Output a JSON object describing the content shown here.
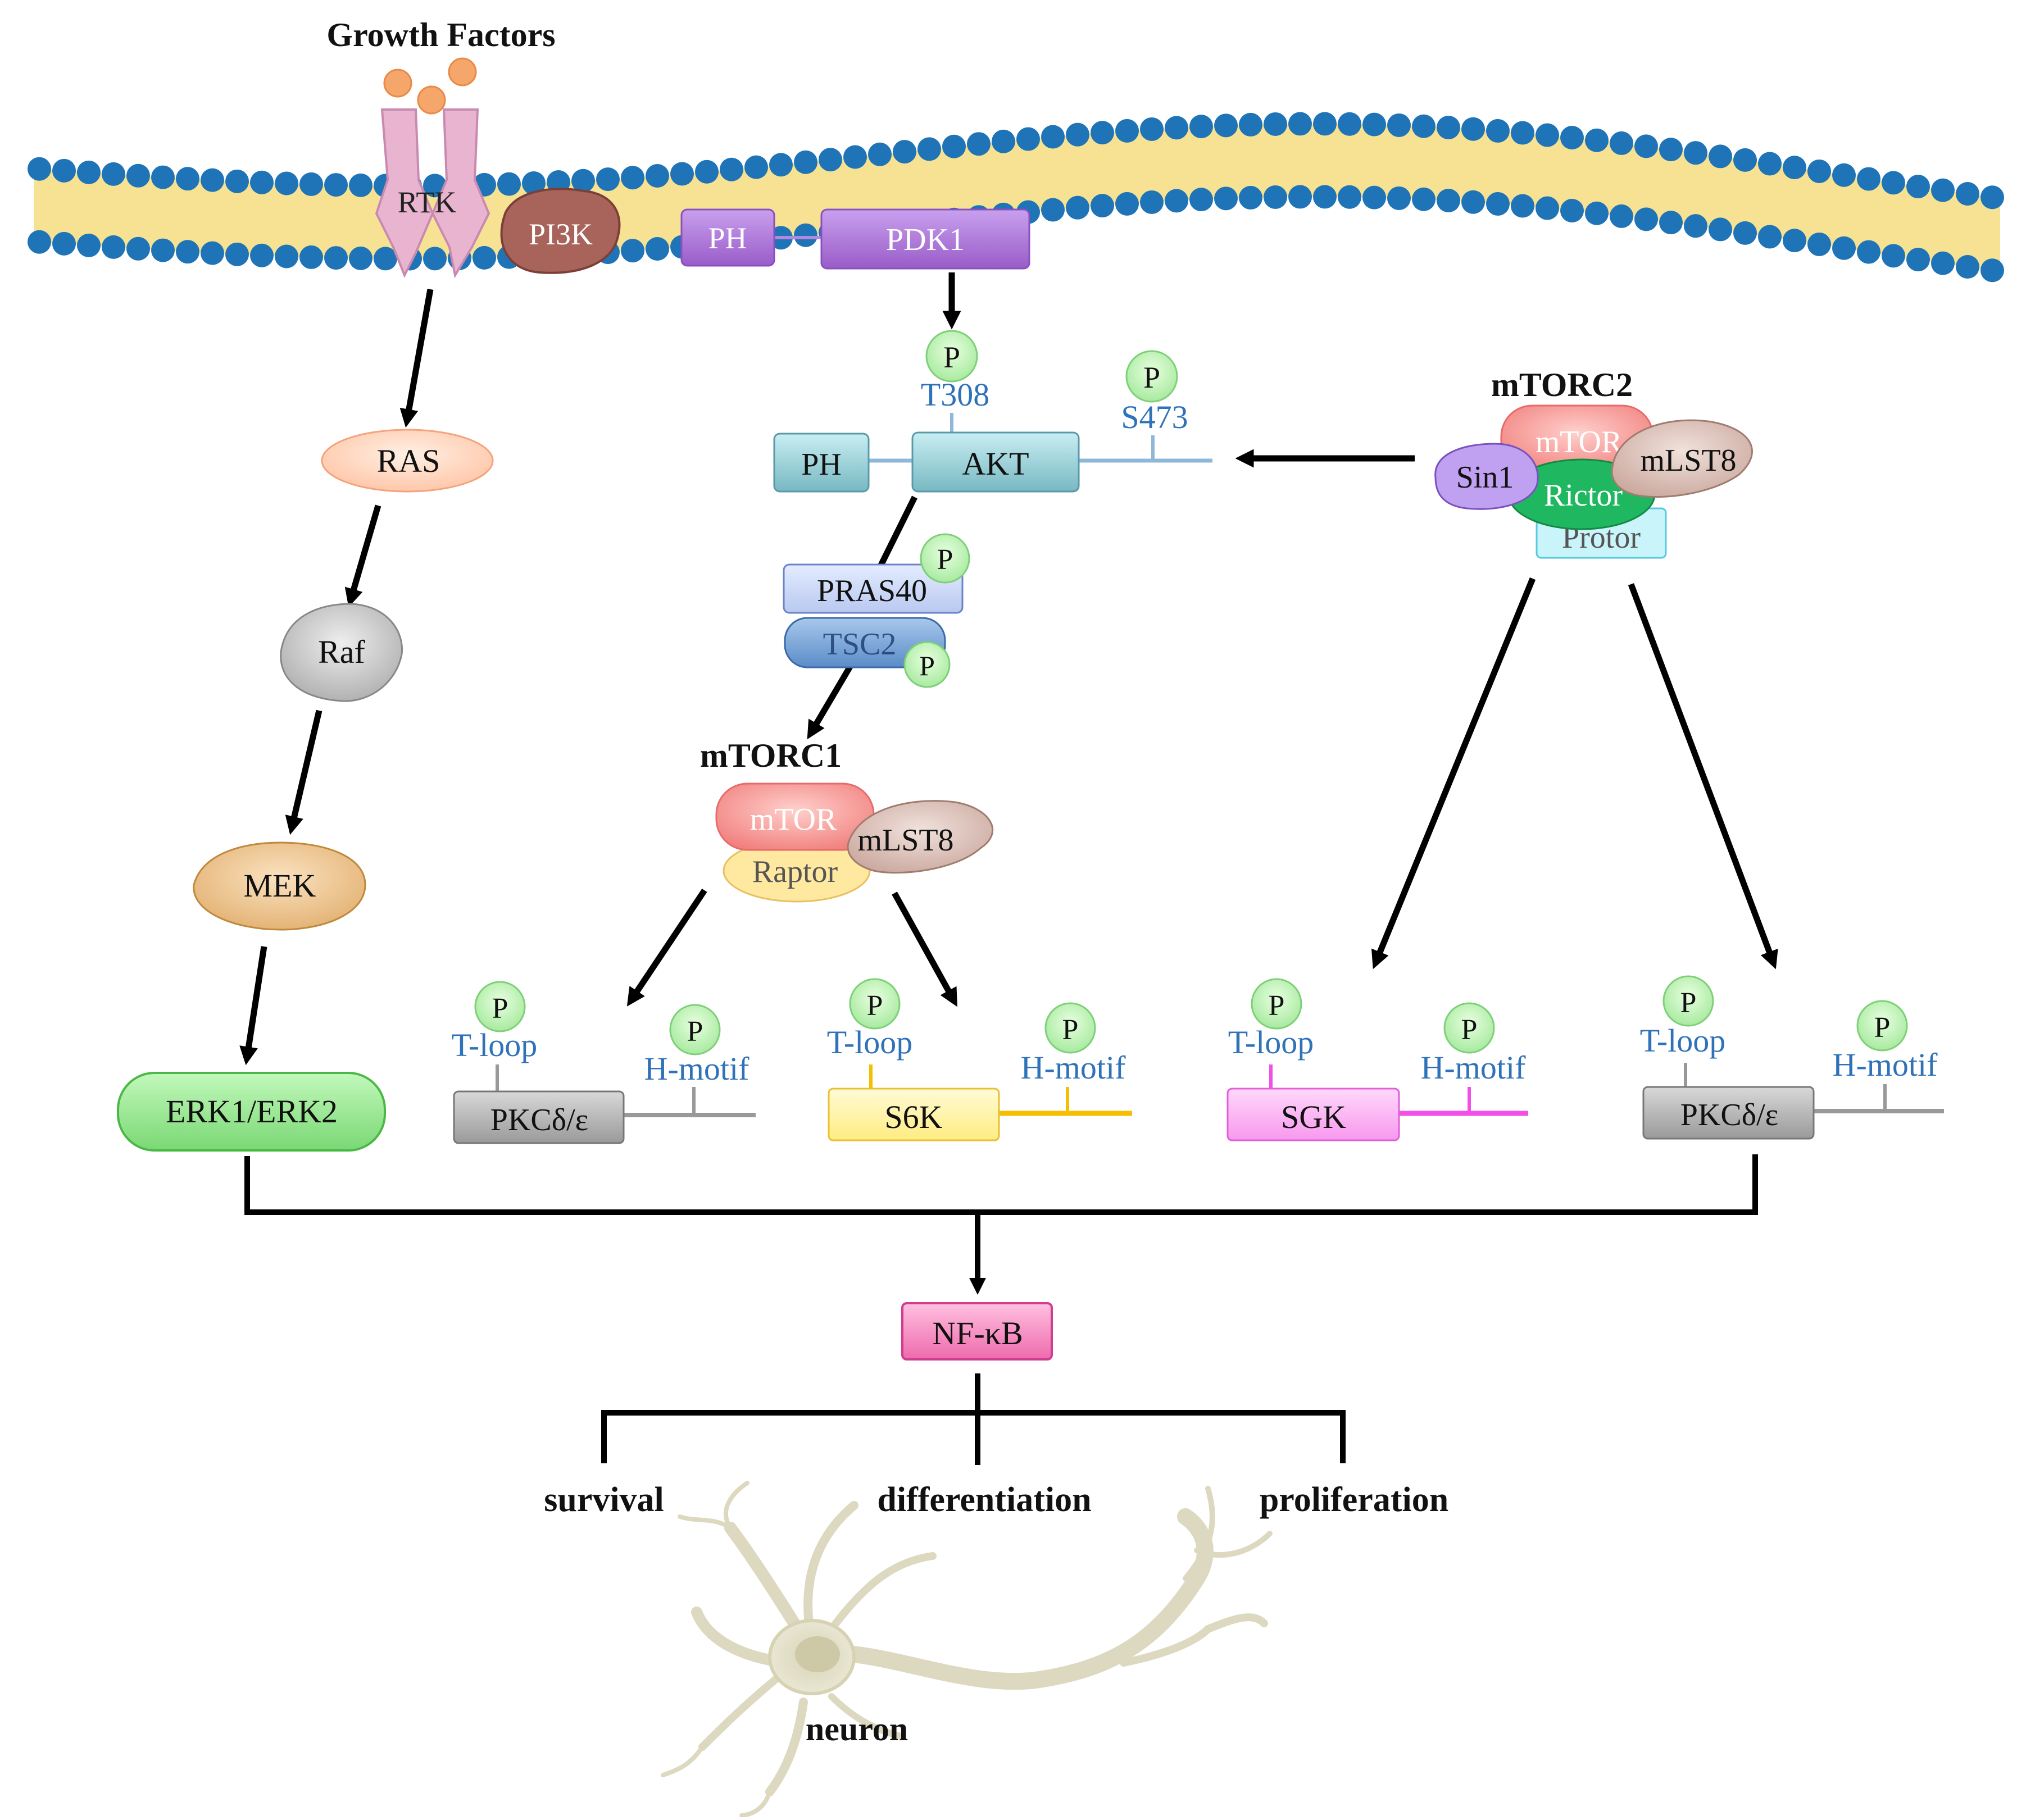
{
  "title": "Growth Factors",
  "membrane": {
    "rtk": "RTK",
    "pi3k": "PI3K",
    "ph": "PH",
    "pdk1": "PDK1"
  },
  "phospho": "P",
  "akt": {
    "ph": "PH",
    "akt": "AKT",
    "site1": "T308",
    "site2": "S473"
  },
  "mapk": {
    "ras": "RAS",
    "raf": "Raf",
    "mek": "MEK",
    "erk": "ERK1/ERK2"
  },
  "akt_targets": {
    "pras40": "PRAS40",
    "tsc2": "TSC2"
  },
  "mtorc1": {
    "title": "mTORC1",
    "mtor": "mTOR",
    "mlst8": "mLST8",
    "raptor": "Raptor"
  },
  "mtorc2": {
    "title": "mTORC2",
    "mtor": "mTOR",
    "mlst8": "mLST8",
    "sin1": "Sin1",
    "rictor": "Rictor",
    "protor": "Protor"
  },
  "substrates": {
    "t_loop": "T-loop",
    "h_motif": "H-motif",
    "pkc": "PKCδ/ε",
    "s6k": "S6K",
    "sgk": "SGK"
  },
  "nfkb": "NF-κB",
  "outcomes": {
    "survival": "survival",
    "differentiation": "differentiation",
    "proliferation": "proliferation"
  },
  "cell": "neuron",
  "colors": {
    "lipid_head": "#1f73b7",
    "lipid_tail": "#f2d36b",
    "rtk": "#e8b4d0",
    "pi3k": "#a8635a",
    "pdk1": "#a873d6",
    "akt": "#8fcdd6",
    "phospho": "#b8f0b0",
    "site_text": "#2f72b8",
    "ras": "#ffd2b8",
    "raf": "#bdbdbd",
    "mek": "#e8c08a",
    "erk": "#8fe88a",
    "mtor": "#f58b8b",
    "mlst8": "#d8b8b0",
    "raptor": "#ffe8a0",
    "sin1": "#c0a0f0",
    "rictor": "#1fb860",
    "protor": "#b8f0f8",
    "pkc": "#bdbdbd",
    "s6k": "#fff2a0",
    "sgk": "#f8a8f0",
    "nfkb": "#f078b8"
  }
}
